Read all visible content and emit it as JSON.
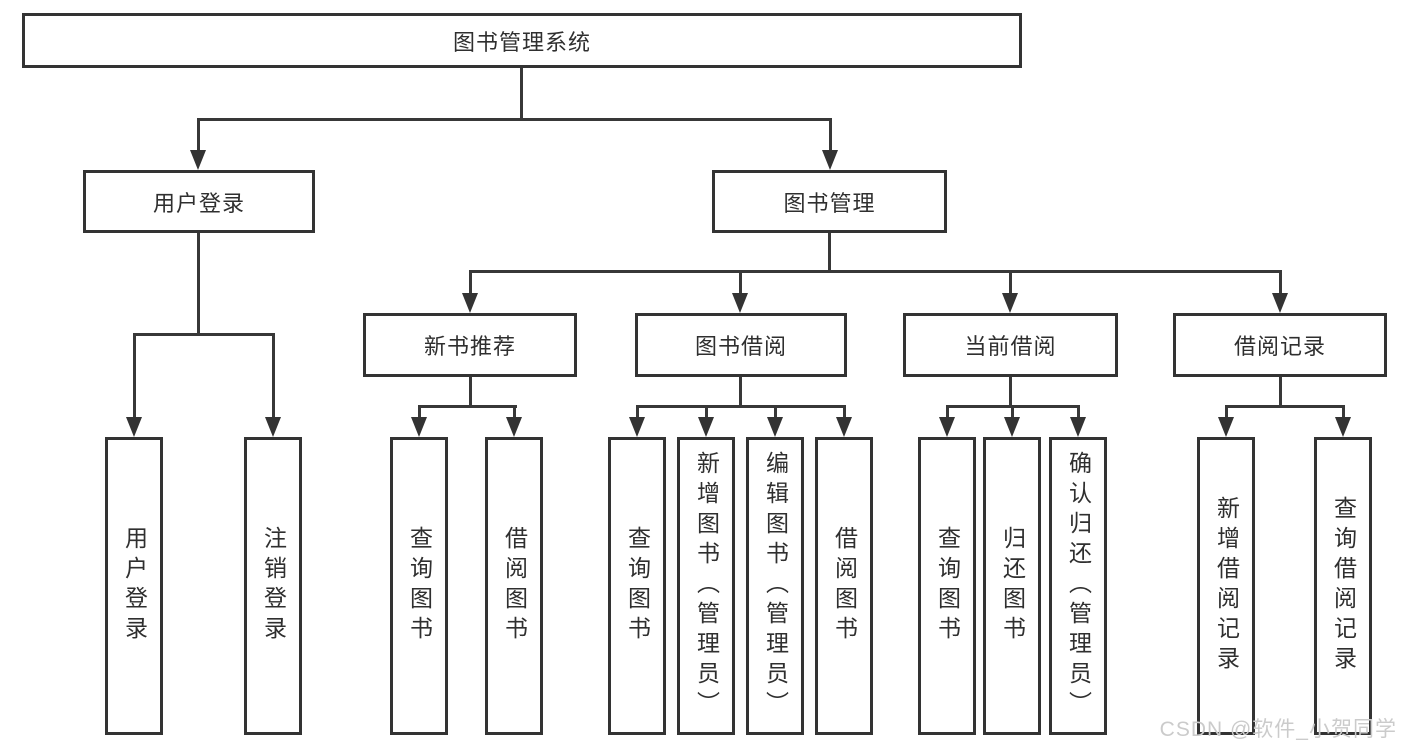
{
  "tree": {
    "root": {
      "label": "图书管理系统",
      "children": [
        {
          "label": "用户登录",
          "children": [
            {
              "label": "用户登录"
            },
            {
              "label": "注销登录"
            }
          ]
        },
        {
          "label": "图书管理",
          "children": [
            {
              "label": "新书推荐",
              "children": [
                {
                  "label": "查询图书"
                },
                {
                  "label": "借阅图书"
                }
              ]
            },
            {
              "label": "图书借阅",
              "children": [
                {
                  "label": "查询图书"
                },
                {
                  "label": "新增图书（管理员）"
                },
                {
                  "label": "编辑图书（管理员）"
                },
                {
                  "label": "借阅图书"
                }
              ]
            },
            {
              "label": "当前借阅",
              "children": [
                {
                  "label": "查询图书"
                },
                {
                  "label": "归还图书"
                },
                {
                  "label": "确认归还（管理员）"
                }
              ]
            },
            {
              "label": "借阅记录",
              "children": [
                {
                  "label": "新增借阅记录"
                },
                {
                  "label": "查询借阅记录"
                }
              ]
            }
          ]
        }
      ]
    }
  },
  "watermark": "CSDN @软件_小贺同学",
  "colors": {
    "line": "#383838",
    "border": "#333333",
    "text": "#2f2f2f",
    "wm": "#cbcbcb",
    "bg": "#ffffff"
  }
}
